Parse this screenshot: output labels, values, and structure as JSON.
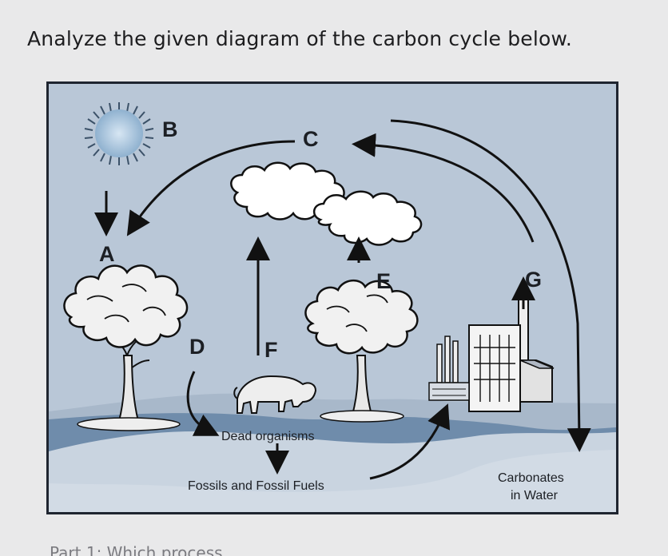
{
  "prompt": "Analyze the given diagram of the carbon cycle below.",
  "diagram": {
    "labels": {
      "a": "A",
      "b": "B",
      "c": "C",
      "d": "D",
      "e": "E",
      "f": "F",
      "g": "G"
    },
    "texts": {
      "dead_organisms": "Dead organisms",
      "fossils": "Fossils and Fossil Fuels",
      "carbonates_line1": "Carbonates",
      "carbonates_line2": "in Water"
    }
  },
  "cut_text": "Part 1: Which process..."
}
